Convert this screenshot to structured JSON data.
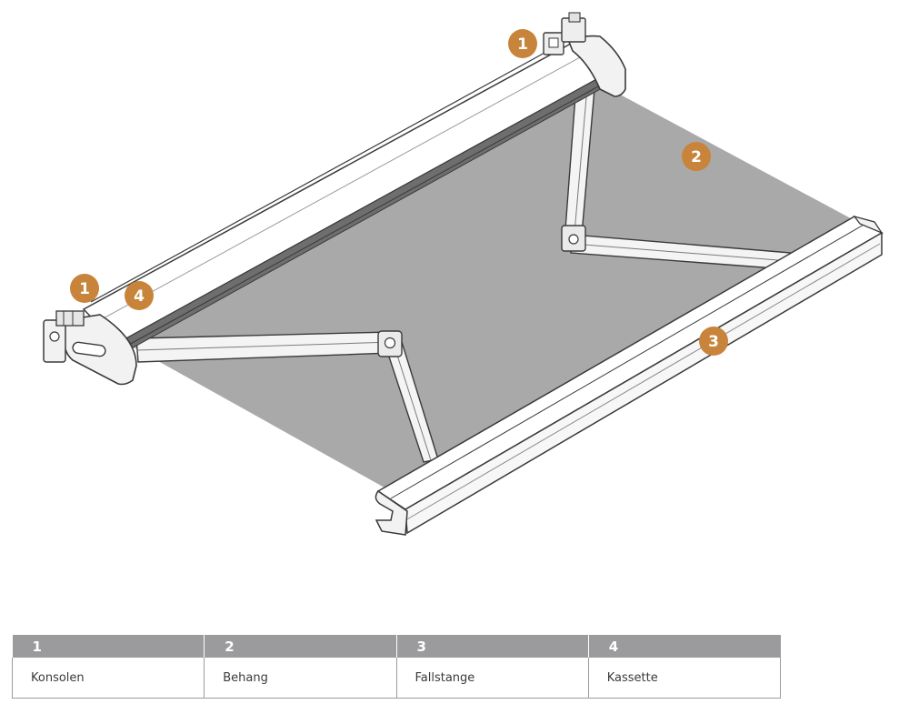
{
  "colors": {
    "marker": "#c8843a",
    "fabric": "#a9a9a9",
    "header": "#9b9b9d",
    "outline": "#3a3a3a"
  },
  "markers": {
    "bracket_right": "1",
    "fabric": "2",
    "front_bar": "3",
    "bracket_left": "1",
    "cassette": "4"
  },
  "legend": [
    {
      "number": "1",
      "label": "Konsolen"
    },
    {
      "number": "2",
      "label": "Behang"
    },
    {
      "number": "3",
      "label": "Fallstange"
    },
    {
      "number": "4",
      "label": "Kassette"
    }
  ]
}
